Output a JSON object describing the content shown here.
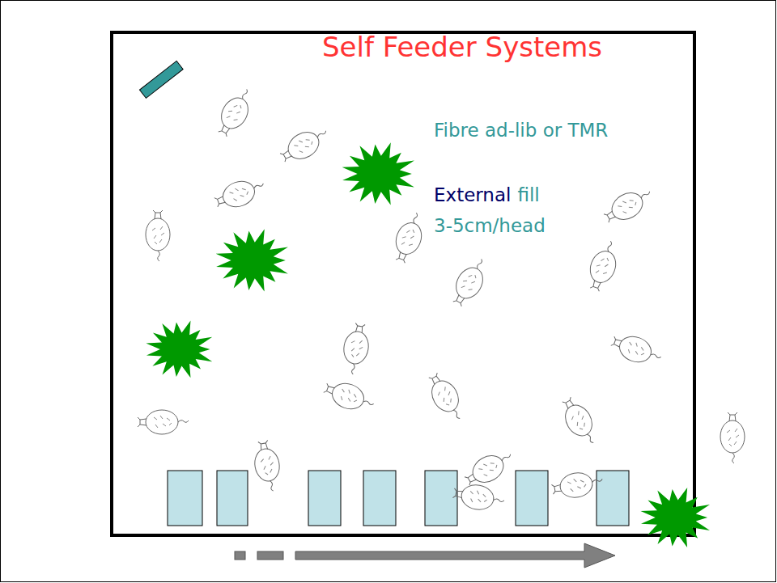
{
  "diagram": {
    "title": "Self Feeder Systems",
    "labels": [
      "Fibre ad-lib or TMR",
      "External",
      "fill",
      "3-5cm/head"
    ]
  }
}
